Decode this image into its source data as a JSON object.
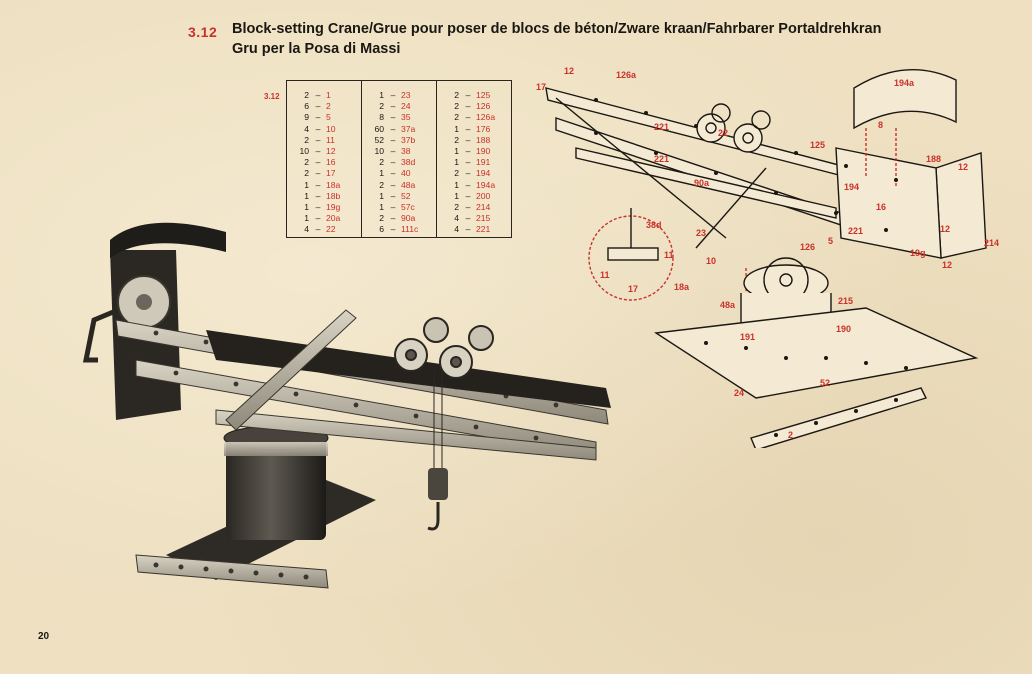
{
  "header": {
    "model_number": "3.12",
    "title_line1": "Block-setting Crane/Grue pour poser de blocs de béton/Zware kraan/Fahrbarer Portaldrehkran",
    "title_line2": "Gru per la Posa di Massi"
  },
  "parts_list": {
    "model_label": "3.12",
    "columns": [
      [
        {
          "qty": "2",
          "part": "1"
        },
        {
          "qty": "6",
          "part": "2"
        },
        {
          "qty": "9",
          "part": "5"
        },
        {
          "qty": "4",
          "part": "10"
        },
        {
          "qty": "2",
          "part": "11"
        },
        {
          "qty": "10",
          "part": "12"
        },
        {
          "qty": "2",
          "part": "16"
        },
        {
          "qty": "2",
          "part": "17"
        },
        {
          "qty": "1",
          "part": "18a"
        },
        {
          "qty": "1",
          "part": "18b"
        },
        {
          "qty": "1",
          "part": "19g"
        },
        {
          "qty": "1",
          "part": "20a"
        },
        {
          "qty": "4",
          "part": "22"
        }
      ],
      [
        {
          "qty": "1",
          "part": "23"
        },
        {
          "qty": "2",
          "part": "24"
        },
        {
          "qty": "8",
          "part": "35"
        },
        {
          "qty": "60",
          "part": "37a"
        },
        {
          "qty": "52",
          "part": "37b"
        },
        {
          "qty": "10",
          "part": "38"
        },
        {
          "qty": "2",
          "part": "38d"
        },
        {
          "qty": "1",
          "part": "40"
        },
        {
          "qty": "2",
          "part": "48a"
        },
        {
          "qty": "1",
          "part": "52"
        },
        {
          "qty": "1",
          "part": "57c"
        },
        {
          "qty": "2",
          "part": "90a"
        },
        {
          "qty": "6",
          "part": "111c"
        }
      ],
      [
        {
          "qty": "2",
          "part": "125"
        },
        {
          "qty": "2",
          "part": "126"
        },
        {
          "qty": "2",
          "part": "126a"
        },
        {
          "qty": "1",
          "part": "176"
        },
        {
          "qty": "2",
          "part": "188"
        },
        {
          "qty": "1",
          "part": "190"
        },
        {
          "qty": "1",
          "part": "191"
        },
        {
          "qty": "2",
          "part": "194"
        },
        {
          "qty": "1",
          "part": "194a"
        },
        {
          "qty": "1",
          "part": "200"
        },
        {
          "qty": "2",
          "part": "214"
        },
        {
          "qty": "4",
          "part": "215"
        },
        {
          "qty": "4",
          "part": "221"
        }
      ]
    ]
  },
  "diagram_labels": {
    "l12a": "12",
    "l126a": "126a",
    "l17a": "17",
    "l221a": "221",
    "l221b": "221",
    "l22": "22",
    "l194a": "194a",
    "l8": "8",
    "l188": "188",
    "l12b": "12",
    "l125": "125",
    "l16": "16",
    "l194": "194",
    "l90a": "90a",
    "l38d": "38d",
    "l23": "23",
    "l10": "10",
    "l11a": "11",
    "l11b": "11",
    "l17b": "17",
    "l18a": "18a",
    "l126": "126",
    "l5": "5",
    "l221c": "221",
    "l12c": "12",
    "l214": "214",
    "l19g": "19g",
    "l12d": "12",
    "l48a": "48a",
    "l215": "215",
    "l191": "191",
    "l190": "190",
    "l24": "24",
    "l52": "52",
    "l2": "2"
  },
  "page_number": "20",
  "colors": {
    "paper": "#eee0c1",
    "ink": "#1b1712",
    "accent_red": "#c9322a"
  }
}
